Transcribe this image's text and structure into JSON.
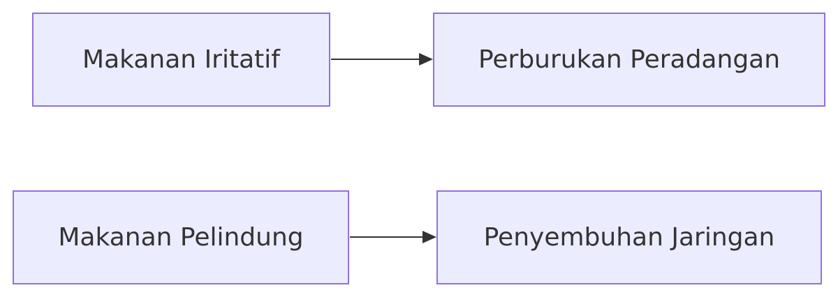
{
  "diagram": {
    "nodes": [
      {
        "id": "n1",
        "label": "Makanan Iritatif"
      },
      {
        "id": "n2",
        "label": "Perburukan Peradangan"
      },
      {
        "id": "n3",
        "label": "Makanan Pelindung"
      },
      {
        "id": "n4",
        "label": "Penyembuhan Jaringan"
      }
    ],
    "edges": [
      {
        "from": "n1",
        "to": "n2"
      },
      {
        "from": "n3",
        "to": "n4"
      }
    ],
    "colors": {
      "node_fill": "#ECECFF",
      "node_border": "#9370DB",
      "text": "#333333",
      "edge": "#333333"
    }
  }
}
